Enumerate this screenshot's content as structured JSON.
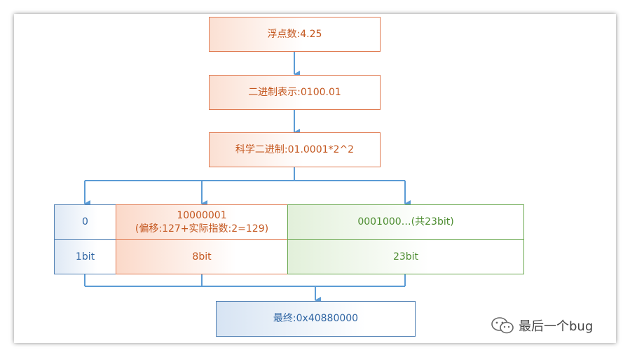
{
  "nodes": {
    "float_value": "浮点数:4.25",
    "binary_repr": "二进制表示:0100.01",
    "scientific": "科学二进制:01.0001*2^2"
  },
  "table": {
    "sign": {
      "value": "0",
      "bits": "1bit"
    },
    "exponent": {
      "value_line1": "10000001",
      "value_line2": "(偏移:127+实际指数:2=129)",
      "bits": "8bit"
    },
    "mantissa": {
      "value": "0001000…(共23bit)",
      "bits": "23bit"
    }
  },
  "result": "最终:0x40880000",
  "watermark": {
    "text": "最后一个bug",
    "icon": "wechat-icon"
  },
  "colors": {
    "orange": "#e07b52",
    "blue": "#4f7fb3",
    "green": "#6aa84f",
    "arrow": "#5b9bd5"
  }
}
